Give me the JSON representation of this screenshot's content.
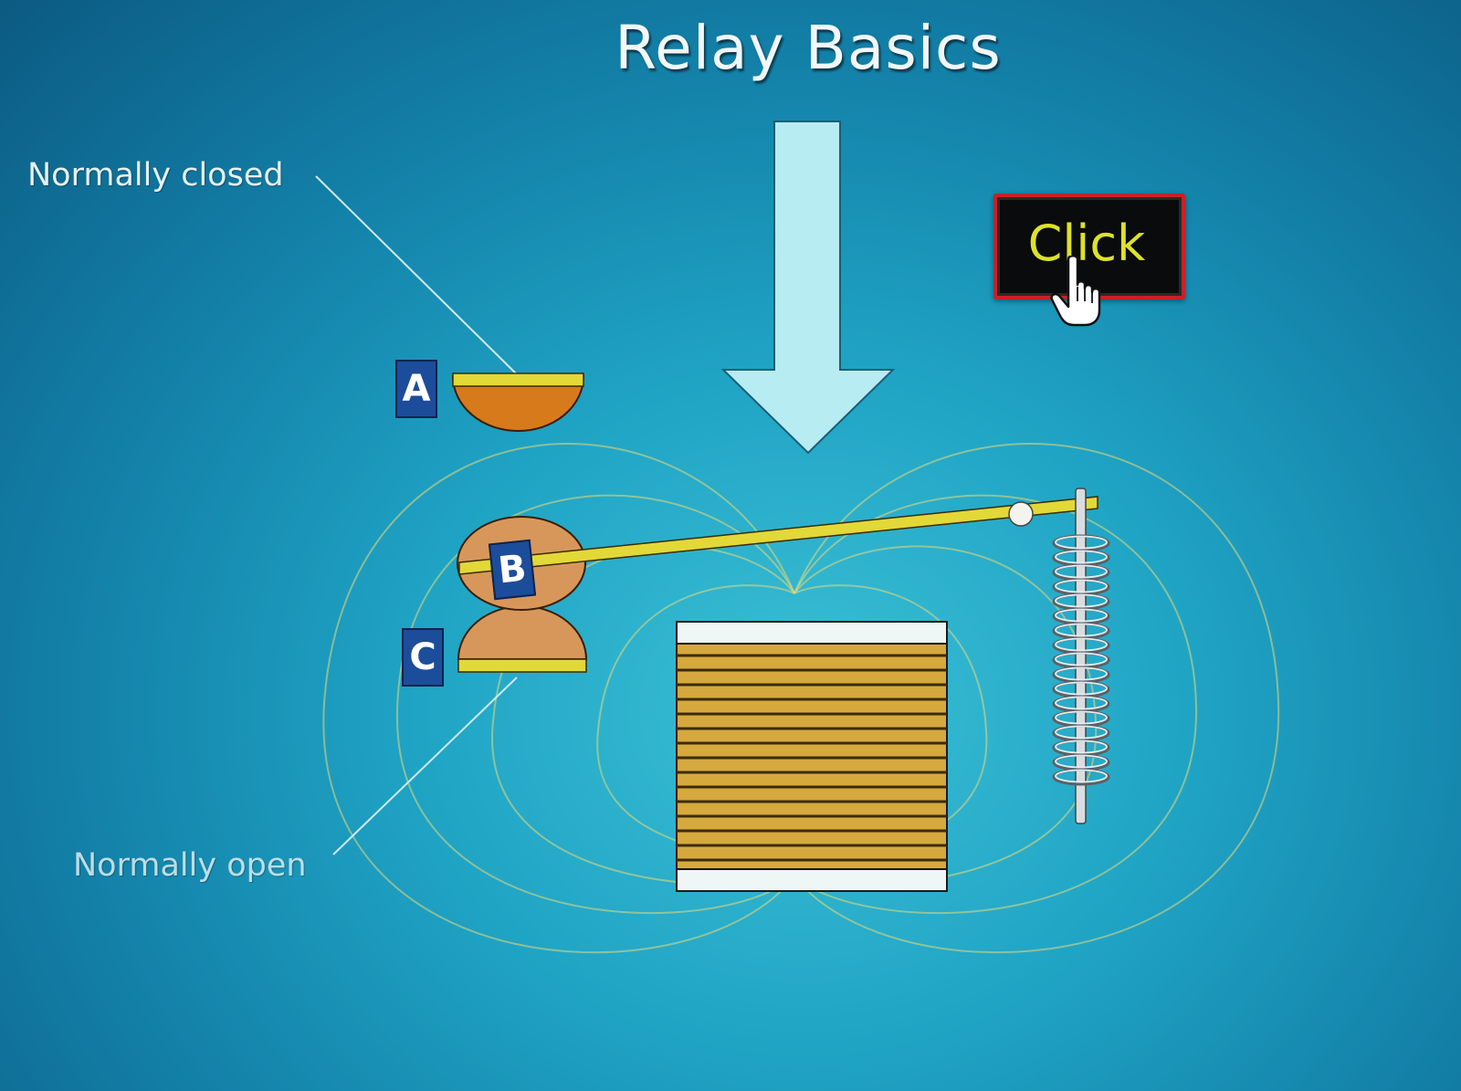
{
  "title": "Relay Basics",
  "labels": {
    "normally_closed": "Normally closed",
    "normally_open": "Normally open"
  },
  "contacts": {
    "a": "A",
    "b": "B",
    "c": "C"
  },
  "click_button": {
    "label": "Click"
  },
  "icons": {
    "cursor": "hand-pointer-icon",
    "arrow": "down-arrow-icon"
  },
  "colors": {
    "background": "#1b96bb",
    "contact_orange": "#d77a1c",
    "contact_tan": "#d8975a",
    "lever_yellow": "#e2d838",
    "coil_gold": "#d6a93e",
    "arrow": "#b7ecf2",
    "badge_blue": "#1c4d9a",
    "button_border": "#c8202a",
    "button_text": "#dde22a"
  }
}
